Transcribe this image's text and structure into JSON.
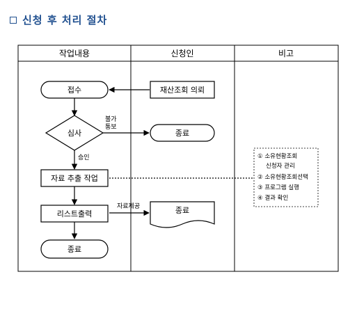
{
  "title": "신청 후 처리 절차",
  "colors": {
    "title": "#1f4f8f",
    "line": "#000000",
    "fill": "#ffffff"
  },
  "columns": {
    "work": "작업내용",
    "applicant": "신청인",
    "note": "비고"
  },
  "nodes": {
    "receive": "접수",
    "property_request": "재산조회 의뢰",
    "review": "심사",
    "end_rejected": "종료",
    "data_extract": "자료 추출 작업",
    "list_output": "리스트출력",
    "document": "종료",
    "end_final": "종료"
  },
  "edge_labels": {
    "reject_line1": "불가",
    "reject_line2": "통보",
    "approve": "승인",
    "provide_data": "자료제공"
  },
  "notes": [
    "① 소유현황조회",
    "신청자 관리",
    "② 소유현황조회선택",
    "③ 프로그램 실행",
    "④ 결과 확인"
  ]
}
